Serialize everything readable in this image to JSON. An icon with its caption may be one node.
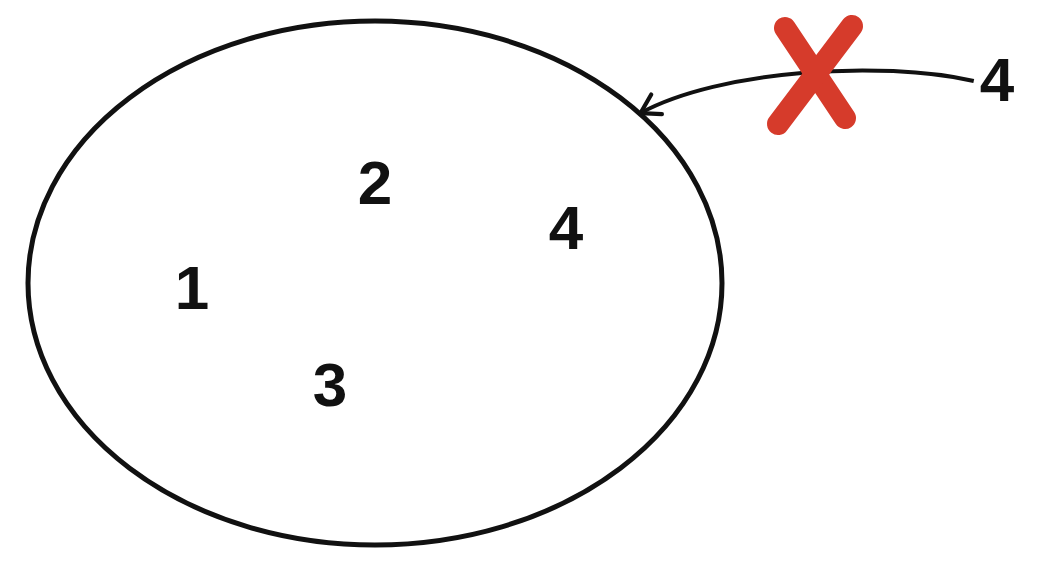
{
  "diagram": {
    "nodes": [
      {
        "text": [],
        "shape": "ellipse"
      },
      {
        "text": [
          "1"
        ],
        "in": 0
      },
      {
        "text": [
          "2"
        ],
        "in": 0
      },
      {
        "text": [
          "3"
        ],
        "in": 0
      },
      {
        "text": [
          "4"
        ],
        "in": 0
      },
      {
        "text": [
          "4"
        ]
      }
    ],
    "edges": [
      {
        "from": 5,
        "to": 0,
        "arrow": "to"
      }
    ]
  }
}
